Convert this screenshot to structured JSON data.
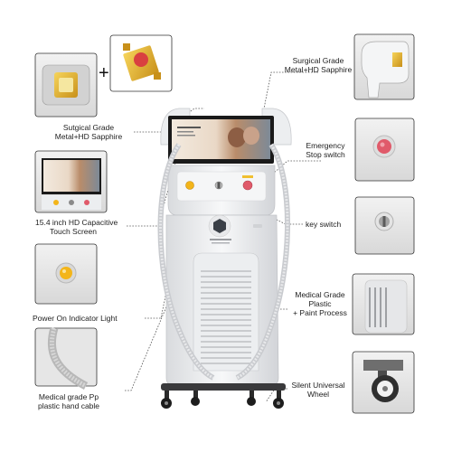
{
  "labels": {
    "handle_left": [
      "Sutgical Grade",
      "Metal+HD Sapphire"
    ],
    "handle_right": [
      "Surgical Grade",
      "Metal+HD Sapphire"
    ],
    "screen": [
      "15.4 inch HD Capacitive",
      "Touch Screen"
    ],
    "power_light": "Power On Indicator Light",
    "hand_cable": [
      "Medical grade Pp",
      "plastic hand cable"
    ],
    "emergency": [
      "Emergency",
      "Stop switch"
    ],
    "key_switch": "key switch",
    "plastic": [
      "Medical Grade",
      "Plastic",
      "+ Paint Process"
    ],
    "wheel": [
      "Silent Universal",
      "Wheel"
    ]
  },
  "plus_sign": "+",
  "colors": {
    "machine_body": "#f1f2f4",
    "screen_bezel": "#1a1a1a",
    "accent_gold": "#e0b020",
    "emergency_red": "#e05a6a",
    "indicator_yellow": "#f3b51a",
    "leader_line": "#555555"
  }
}
